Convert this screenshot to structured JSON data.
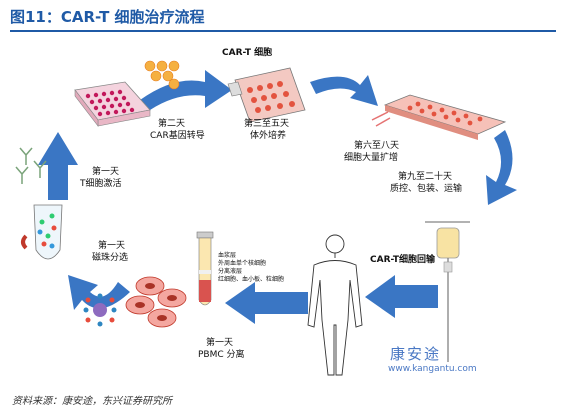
{
  "title": "图11：CAR-T 细胞治疗流程",
  "labels": {
    "cart_cell": "CAR-T 细胞",
    "day2_a": "第二天",
    "day2_b": "CAR基因转导",
    "day3_a": "第三至五天",
    "day3_b": "体外培养",
    "day6_a": "第六至八天",
    "day6_b": "细胞大量扩增",
    "day9_a": "第九至二十天",
    "day9_b": "质控、包装、运输",
    "reinfuse": "CAR-T细胞回输",
    "day1_t_a": "第一天",
    "day1_t_b": "T细胞激活",
    "day1_m_a": "第一天",
    "day1_m_b": "磁珠分选",
    "day1_p_a": "第一天",
    "day1_p_b": "PBMC 分离",
    "tube_1": "血浆层",
    "tube_2": "外周血单个核细胞",
    "tube_3": "分离液层",
    "tube_4": "红细胞、血小板、粒细胞"
  },
  "source": "资料来源：康安途，东兴证券研究所",
  "watermark": {
    "brand": "康安途",
    "url": "www.kangantu.com"
  },
  "colors": {
    "arrow": "#3a76c4",
    "title": "#1f5aa6",
    "cell": "#e3533f",
    "flask": "#f3c9c2"
  }
}
